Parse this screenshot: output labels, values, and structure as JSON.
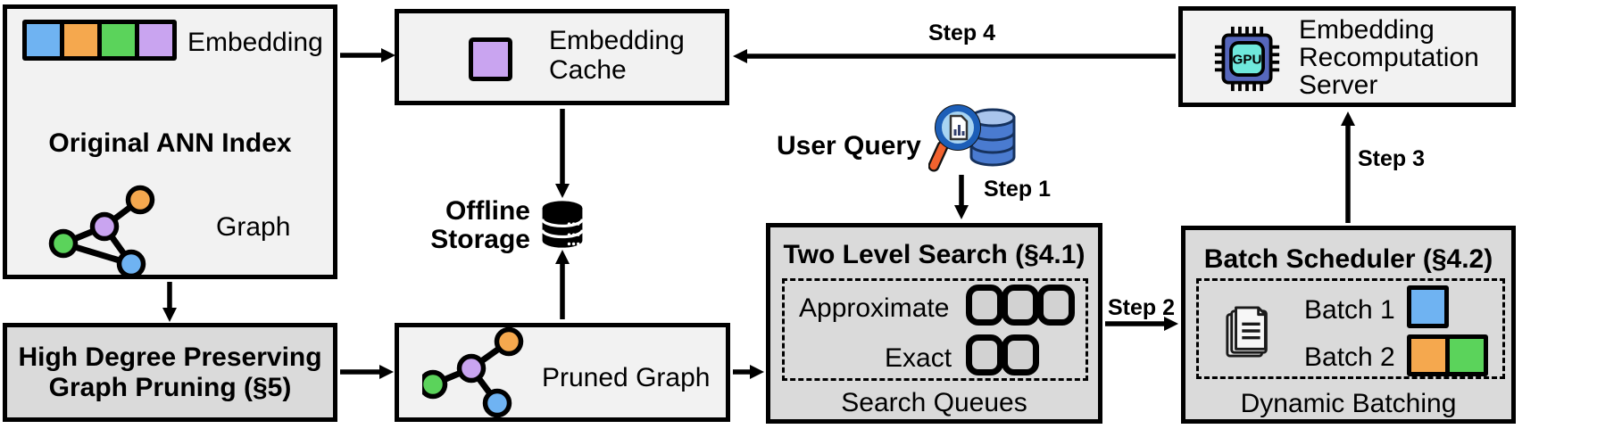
{
  "palette": {
    "blue": "#6FB3F2",
    "orange": "#F5A84E",
    "green": "#5BD35B",
    "purple": "#C9A4F0",
    "box_light": "#F2F2F2",
    "box_dark": "#DADADA",
    "line_black": "#000000",
    "gpu_body": "#5667BC",
    "gpu_core": "#6FE8DC",
    "magnifier_rim": "#1D5FB8",
    "magnifier_lens": "#A8D4F2",
    "magnifier_handle": "#F2622E",
    "db_body": "#4A7BD0",
    "db_top": "#A9C4EC",
    "db_outline": "#16325E"
  },
  "boxes": {
    "original_ann_index": {
      "title": "Original ANN Index",
      "embedding_label": "Embedding",
      "graph_label": "Graph"
    },
    "embedding_cache": {
      "label": "Embedding Cache"
    },
    "recomputation_server": {
      "label": "Embedding Recomputation Server",
      "chip_label": "GPU"
    },
    "offline_storage": {
      "label": "Offline Storage"
    },
    "high_degree_pruning": {
      "label": "High Degree Preserving Graph Pruning (§5)"
    },
    "pruned_graph": {
      "label": "Pruned Graph"
    },
    "two_level_search": {
      "title": "Two Level Search (§4.1)",
      "approximate_label": "Approximate",
      "exact_label": "Exact",
      "approximate_slots": 3,
      "exact_slots": 2,
      "footer": "Search Queues"
    },
    "batch_scheduler": {
      "title": "Batch Scheduler (§4.2)",
      "batch1_label": "Batch 1",
      "batch2_label": "Batch 2",
      "footer": "Dynamic Batching"
    }
  },
  "annotations": {
    "user_query": "User Query",
    "step1": "Step 1",
    "step2": "Step 2",
    "step3": "Step 3",
    "step4": "Step 4"
  }
}
